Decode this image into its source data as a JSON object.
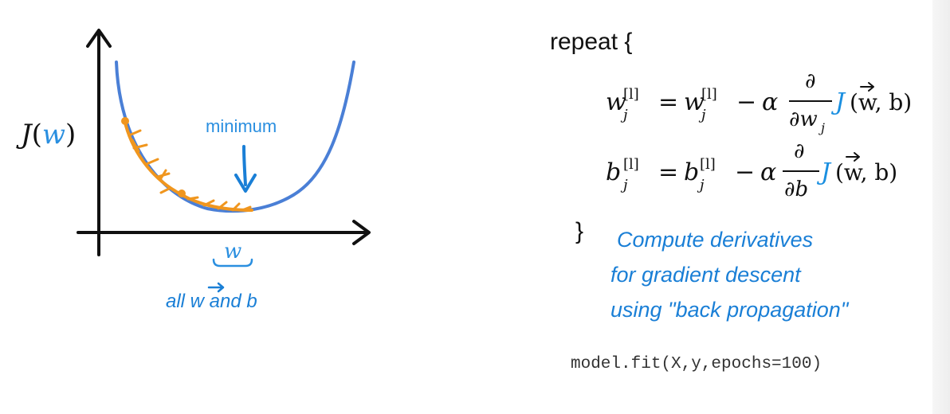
{
  "colors": {
    "ink": "#111111",
    "curve_blue": "#4a7fd6",
    "annotation_blue": "#1a7fd6",
    "step_orange": "#f0961e",
    "label_blue": "#2a8fe0",
    "math_blue": "#1a8fe0"
  },
  "plot": {
    "y_axis_label_J": "J",
    "y_axis_label_open": "(",
    "y_axis_label_w": "w",
    "y_axis_label_close": ")",
    "minimum_label": "minimum",
    "x_axis_label": "w",
    "x_axis_note": "all w and b"
  },
  "algorithm": {
    "repeat_label": "repeat {",
    "close_brace": "}",
    "w_update": {
      "lhs": "w",
      "sub": "j",
      "sup": "[l]",
      "eq": "=",
      "rhs_var": "w",
      "minus": "−",
      "alpha": "α",
      "partial": "∂",
      "denom": "∂w",
      "denom_sub": "j",
      "J": "J",
      "args": "(w, b)"
    },
    "b_update": {
      "lhs": "b",
      "sub": "j",
      "sup": "[l]",
      "eq": "=",
      "rhs_var": "b",
      "minus": "−",
      "alpha": "α",
      "partial": "∂",
      "denom": "∂b",
      "J": "J",
      "args": "(w, b)"
    },
    "note_line1": "Compute derivatives",
    "note_line2": "for gradient descent",
    "note_line3": "using \"back propagation\"",
    "code": "model.fit(X,y,epochs=100)"
  }
}
